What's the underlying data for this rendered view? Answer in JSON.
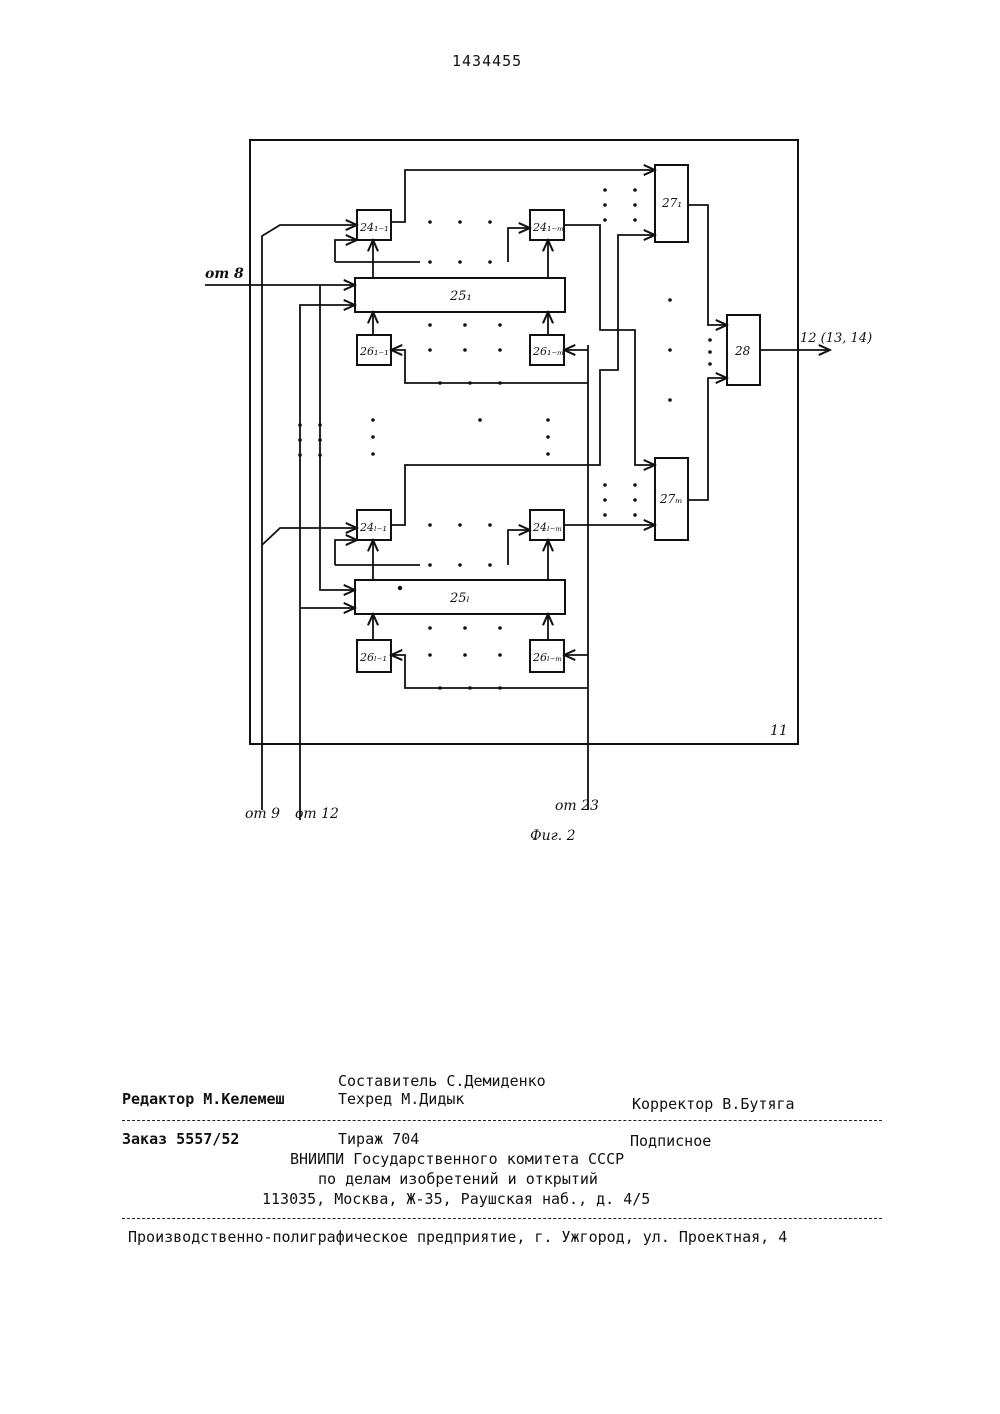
{
  "header": {
    "patent_number": "1434455"
  },
  "figure": {
    "caption": "Фиг. 2",
    "block_label": "11",
    "inputs": {
      "from_8": "от 8",
      "from_9": "от 9",
      "from_12": "от 12",
      "from_23": "от 23"
    },
    "output": "12 (13, 14)",
    "blocks": {
      "b24_11": "24₁₋₁",
      "b24_1m": "24₁₋ₘ",
      "b24_l1": "24ₗ₋₁",
      "b24_lm": "24ₗ₋ₘ",
      "b25_1": "25₁",
      "b25_l": "25ₗ",
      "b26_11": "26₁₋₁",
      "b26_1m": "26₁₋ₘ",
      "b26_l1": "26ₗ₋₁",
      "b26_lm": "26ₗ₋ₘ",
      "b27_1": "27₁",
      "b27_m": "27ₘ",
      "b28": "28"
    }
  },
  "colophon": {
    "compiler": "Составитель С.Демиденко",
    "editor": "Редактор М.Келемеш",
    "techred": "Техред М.Дидык",
    "corrector": "Корректор В.Бутяга",
    "order": "Заказ 5557/52",
    "circulation": "Тираж 704",
    "subscription": "Подписное",
    "org_line1": "ВНИИПИ Государственного комитета СССР",
    "org_line2": "по делам изобретений и открытий",
    "org_line3": "113035, Москва, Ж-35, Раушская наб., д. 4/5",
    "printer": "Производственно-полиграфическое предприятие, г. Ужгород, ул. Проектная, 4"
  }
}
